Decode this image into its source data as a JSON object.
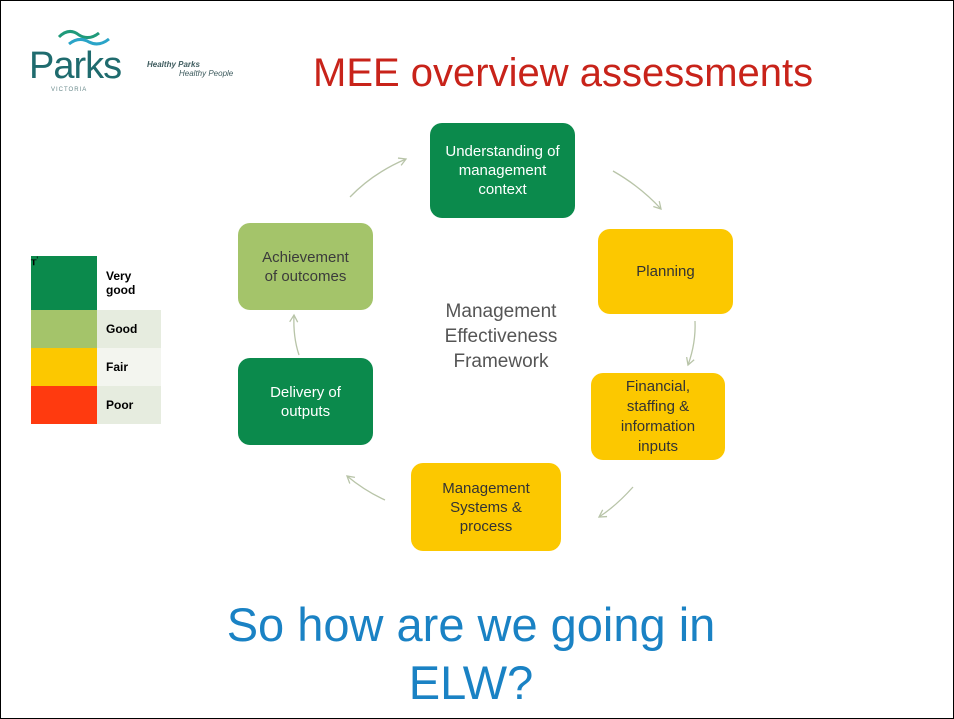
{
  "logo": {
    "wordmark": "Parks",
    "sub": "VICTORIA",
    "tagline_line1": "Healthy Parks",
    "tagline_line2": "Healthy People"
  },
  "title": "MEE overview assessments",
  "legend": {
    "marker": "┰'",
    "items": [
      {
        "label": "Very good",
        "color": "#0b8a4c"
      },
      {
        "label": "Good",
        "color": "#a4c46a"
      },
      {
        "label": "Fair",
        "color": "#fcc800"
      },
      {
        "label": "Poor",
        "color": "#ff3a0f"
      }
    ]
  },
  "diagram": {
    "center": "Management\nEffectiveness\nFramework",
    "boxes": {
      "context": "Understanding of\nmanagement\ncontext",
      "planning": "Planning",
      "inputs": "Financial,\nstaffing &\ninformation\ninputs",
      "systems": "Management\nSystems &\nprocess",
      "outputs": "Delivery of\noutputs",
      "outcomes": "Achievement\nof outcomes"
    },
    "colors": {
      "very_good": "#0b8a4c",
      "good": "#a4c46a",
      "fair": "#fcc800",
      "arrow": "#b8c4a8"
    }
  },
  "footer": "So how are we going in ELW?"
}
